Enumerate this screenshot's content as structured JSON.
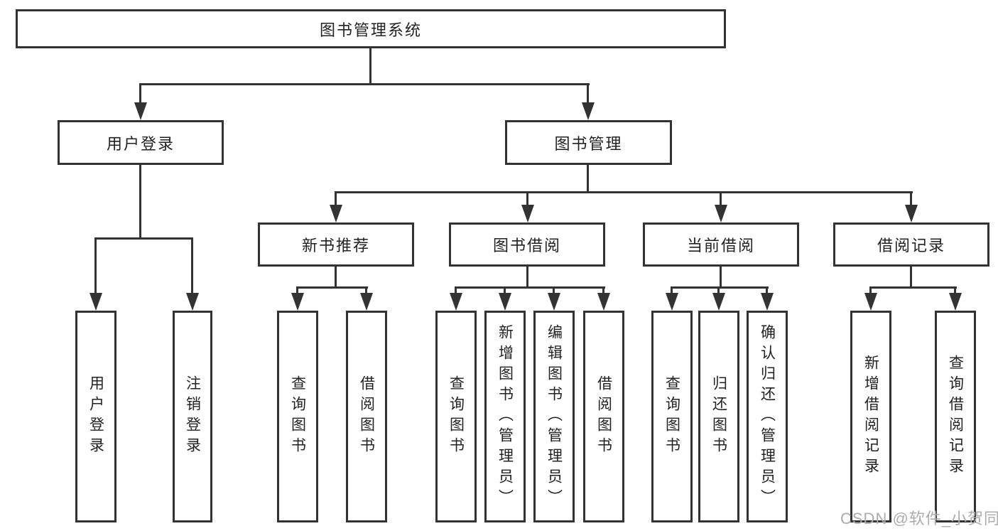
{
  "tree": {
    "root": {
      "label": "图书管理系统"
    },
    "level2": [
      {
        "label": "用户登录",
        "leaves": [
          "用户登录",
          "注销登录"
        ]
      },
      {
        "label": "图书管理",
        "groups": [
          {
            "label": "新书推荐",
            "leaves": [
              "查询图书",
              "借阅图书"
            ]
          },
          {
            "label": "图书借阅",
            "leaves": [
              "查询图书",
              "新增图书（管理员）",
              "编辑图书（管理员）",
              "借阅图书"
            ]
          },
          {
            "label": "当前借阅",
            "leaves": [
              "查询图书",
              "归还图书",
              "确认归还（管理员）"
            ]
          },
          {
            "label": "借阅记录",
            "leaves": [
              "新增借阅记录",
              "查询借阅记录"
            ]
          }
        ]
      }
    ]
  },
  "watermark": "CSDN @软件_小贺同学",
  "colors": {
    "line": "#333333",
    "text": "#222222",
    "watermark": "#acacac",
    "background": "#ffffff"
  }
}
